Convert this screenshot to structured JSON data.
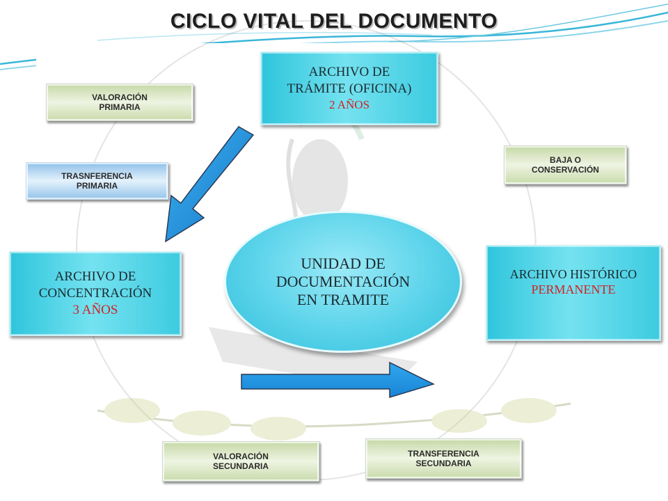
{
  "title": "CICLO VITAL DEL DOCUMENTO",
  "center": {
    "line1": "UNIDAD DE",
    "line2": "DOCUMENTACIÓN",
    "line3": "EN TRAMITE"
  },
  "stages": {
    "tramite": {
      "line1": "ARCHIVO DE",
      "line2": "TRÁMITE (OFICINA)",
      "period": "2 AÑOS"
    },
    "concentracion": {
      "line1": "ARCHIVO DE",
      "line2": "CONCENTRACIÓN",
      "period": "3 AÑOS"
    },
    "historico": {
      "line1": "ARCHIVO HISTÓRICO",
      "period": "PERMANENTE"
    }
  },
  "processes": {
    "valoracion_primaria": {
      "line1": "VALORACIÓN",
      "line2": "PRIMARIA"
    },
    "transferencia_primaria": {
      "line1": "TRASNFERENCIA",
      "line2": "PRIMARIA"
    },
    "baja_conservacion": {
      "line1": "BAJA O",
      "line2": "CONSERVACIÓN"
    },
    "valoracion_secundaria": {
      "line1": "VALORACIÓN",
      "line2": "SECUNDARIA"
    },
    "transferencia_secundaria": {
      "line1": "TRANSFERENCIA",
      "line2": "SECUNDARIA"
    }
  },
  "colors": {
    "stage_fill": "#4fd3e6",
    "period_text": "#d42020",
    "arrow_fill": "#1e96e0",
    "process_green": "#d6e5bd",
    "process_blue": "#a9d0ef"
  }
}
